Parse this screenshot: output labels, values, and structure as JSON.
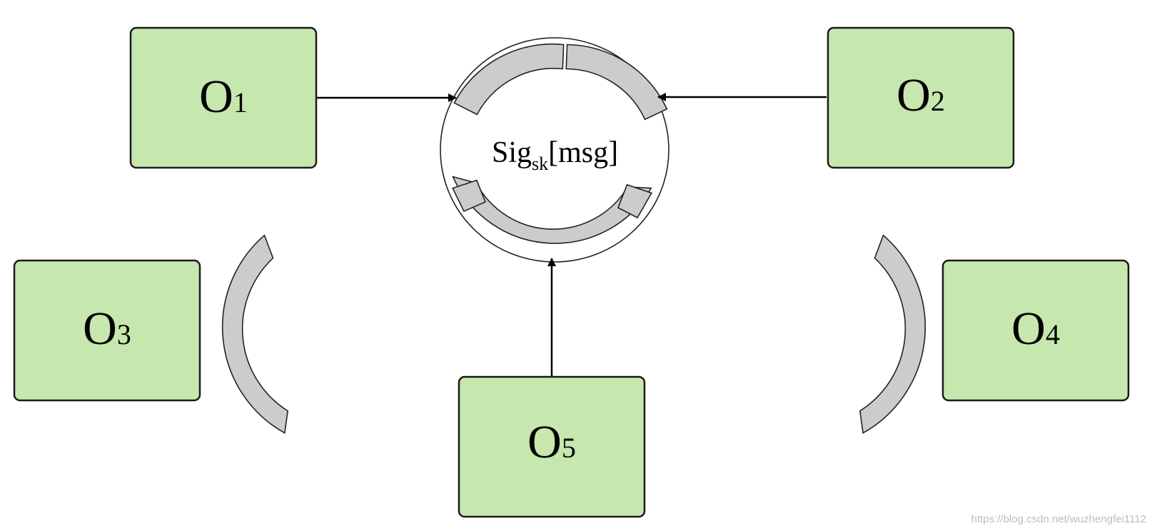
{
  "signature": {
    "prefix": "Sig",
    "subscript": "sk",
    "suffix": "[msg]"
  },
  "nodes": [
    {
      "id": "o1",
      "letter": "O",
      "index": "1"
    },
    {
      "id": "o2",
      "letter": "O",
      "index": "2"
    },
    {
      "id": "o3",
      "letter": "O",
      "index": "3"
    },
    {
      "id": "o4",
      "letter": "O",
      "index": "4"
    },
    {
      "id": "o5",
      "letter": "O",
      "index": "5"
    }
  ],
  "edges": [
    {
      "from": "o1",
      "to": "signature"
    },
    {
      "from": "o2",
      "to": "signature"
    },
    {
      "from": "o5",
      "to": "signature"
    }
  ],
  "colors": {
    "node_fill": "#c6e7ae",
    "share_fill": "#cccccc",
    "stroke": "#000000",
    "background": "#ffffff"
  },
  "watermark": "https://blog.csdn.net/wuzhengfei1112"
}
